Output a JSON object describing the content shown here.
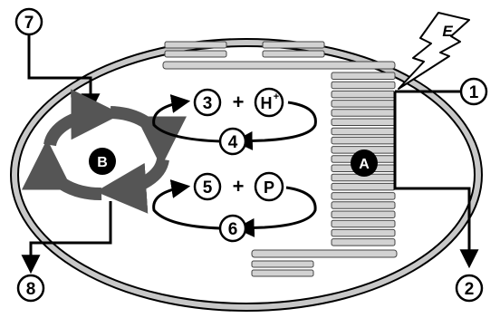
{
  "labels": {
    "n1": "1",
    "n2": "2",
    "n3": "3",
    "n4": "4",
    "n5": "5",
    "n6": "6",
    "n7": "7",
    "n8": "8",
    "plus_top": "+",
    "plus_bottom": "+",
    "h_ion": "H",
    "h_charge": "+",
    "p": "P",
    "a": "A",
    "b": "B",
    "energy": "E"
  },
  "icons": {
    "lightning": "lightning-bolt-icon"
  },
  "colors": {
    "outline": "#000000",
    "stroma_fill": "#ffffff",
    "membrane_fill": "#c8c8c8",
    "thylakoid_fill": "#d2d2d2",
    "cycle_arrow": "#555555",
    "marker_fill": "#000000",
    "marker_text": "#ffffff"
  }
}
